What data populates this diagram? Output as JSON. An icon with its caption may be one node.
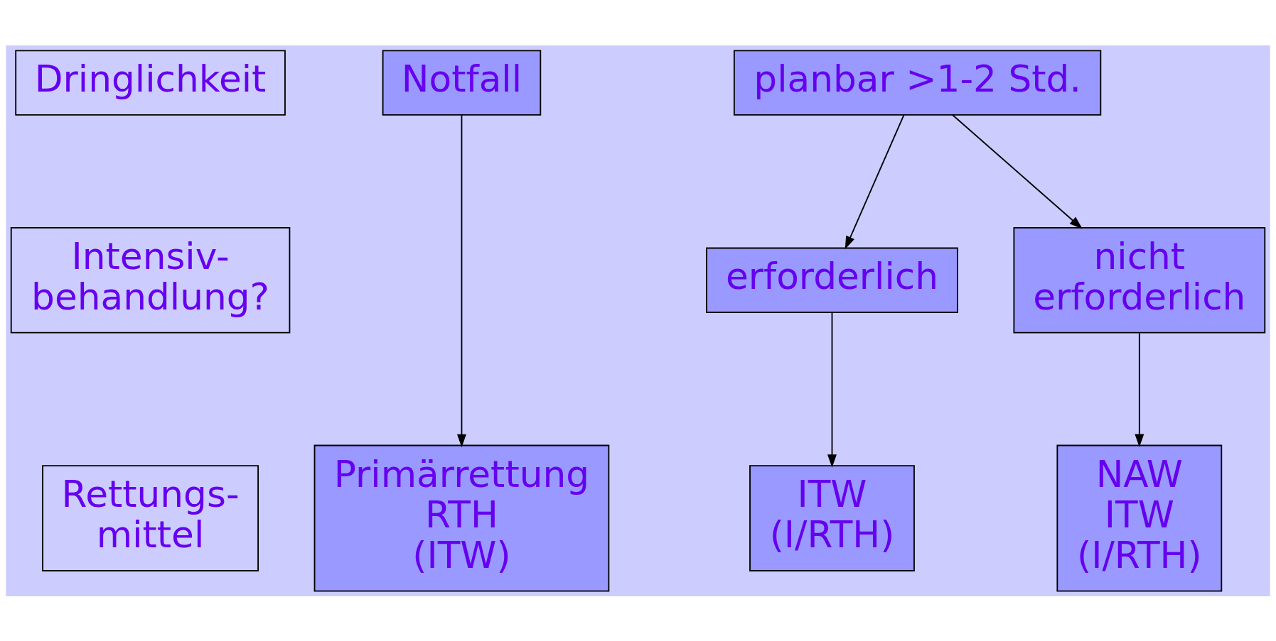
{
  "diagram": {
    "nodes": [
      {
        "text": [
          "Dringlichkeit"
        ]
      },
      {
        "text": [
          "Notfall"
        ]
      },
      {
        "text": [
          "planbar >1-2 Std."
        ]
      },
      {
        "text": [
          "Intensiv- behandlung?"
        ]
      },
      {
        "text": [
          "erforderlich"
        ]
      },
      {
        "text": [
          "nicht erforderlich"
        ]
      },
      {
        "text": [
          "Rettungs- mittel"
        ]
      },
      {
        "text": [
          "Primärrettung RTH (ITW)"
        ]
      },
      {
        "text": [
          "ITW (I/RTH)"
        ]
      },
      {
        "text": [
          "NAW ITW (I/RTH)"
        ]
      }
    ],
    "edges": [
      {
        "from": 1,
        "to": 7,
        "arrow": "to"
      },
      {
        "from": 2,
        "to": 4,
        "arrow": "to"
      },
      {
        "from": 2,
        "to": 5,
        "arrow": "to"
      },
      {
        "from": 4,
        "to": 8,
        "arrow": "to"
      },
      {
        "from": 5,
        "to": 9,
        "arrow": "to"
      }
    ]
  }
}
